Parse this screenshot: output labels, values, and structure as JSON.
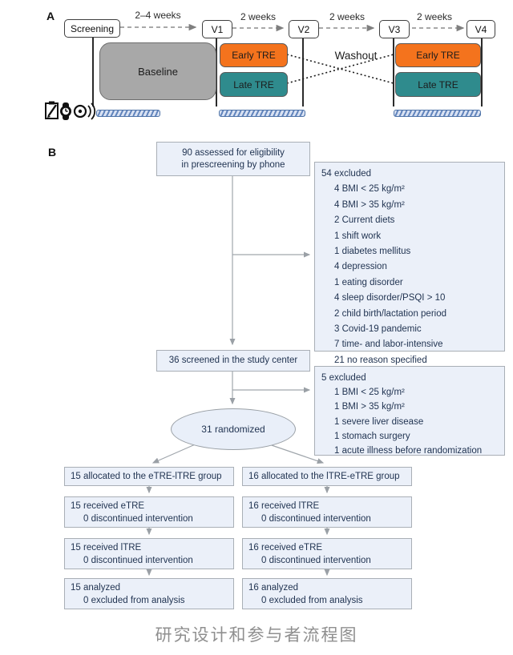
{
  "panelA": {
    "label": "A",
    "screening": "Screening",
    "visits": [
      "V1",
      "V2",
      "V3",
      "V4"
    ],
    "intervals": [
      "2–4 weeks",
      "2 weeks",
      "2 weeks",
      "2 weeks"
    ],
    "baseline": "Baseline",
    "early_tre_1": "Early TRE",
    "late_tre_1": "Late TRE",
    "early_tre_2": "Early TRE",
    "late_tre_2": "Late TRE",
    "washout": "Washout",
    "icons": [
      "diary-icon",
      "watch-icon",
      "sensor-icon"
    ],
    "colors": {
      "early_tre": "#f4731d",
      "late_tre": "#2f8b8d",
      "baseline": "#a8a8a8",
      "bar_stripe": "#6285bd",
      "bar_bg": "#d9e2f3"
    }
  },
  "panelB": {
    "label": "B",
    "eligibility": {
      "line1": "90 assessed for eligibility",
      "line2": "in prescreening by phone"
    },
    "excluded1": {
      "title": "54 excluded",
      "items": [
        "4 BMI < 25 kg/m²",
        "4 BMI > 35 kg/m²",
        "2 Current diets",
        "1 shift work",
        "1 diabetes mellitus",
        "4 depression",
        "1 eating disorder",
        "4 sleep disorder/PSQI > 10",
        "2 child birth/lactation period",
        "3 Covid-19 pandemic",
        "7 time- and labor-intensive",
        "21 no reason specified"
      ]
    },
    "screened": "36 screened in the study center",
    "excluded2": {
      "title": "5 excluded",
      "items": [
        "1 BMI < 25 kg/m²",
        "1 BMI > 35 kg/m²",
        "1 severe liver disease",
        "1 stomach surgery",
        "1 acute illness before randomization"
      ]
    },
    "randomized": "31 randomized",
    "left": {
      "allocated": "15 allocated to the eTRE-lTRE group",
      "steps": [
        [
          "15 received eTRE",
          "0 discontinued intervention"
        ],
        [
          "15 received lTRE",
          "0 discontinued intervention"
        ],
        [
          "15 analyzed",
          "0 excluded from analysis"
        ]
      ]
    },
    "right": {
      "allocated": "16 allocated to the lTRE-eTRE group",
      "steps": [
        [
          "16 received lTRE",
          "0 discontinued intervention"
        ],
        [
          "16 received eTRE",
          "0 discontinued intervention"
        ],
        [
          "16 analyzed",
          "0 excluded from analysis"
        ]
      ]
    }
  },
  "caption": "研究设计和参与者流程图"
}
